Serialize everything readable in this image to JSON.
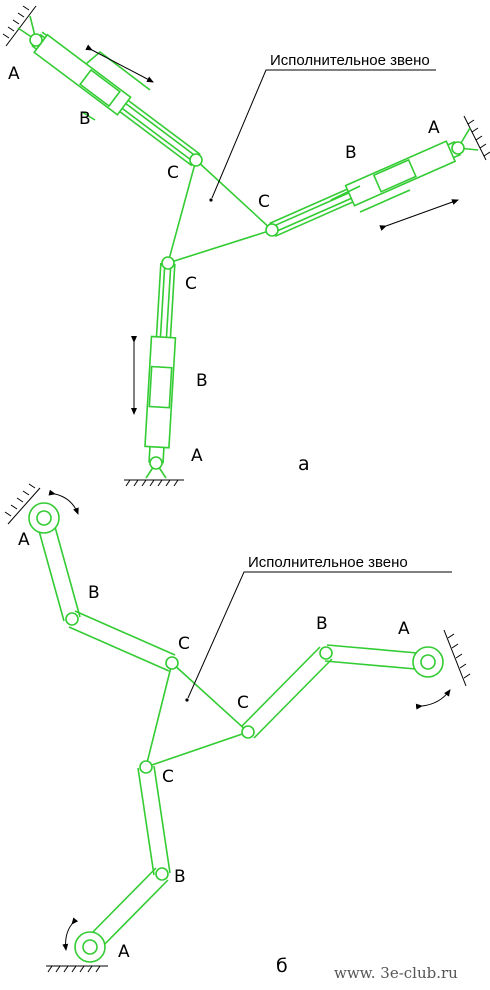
{
  "diagram_a": {
    "figure_label": "а",
    "caption": "Исполнительное звено",
    "labels": [
      "A",
      "B",
      "C",
      "C",
      "B",
      "A",
      "C",
      "B",
      "A"
    ]
  },
  "diagram_b": {
    "figure_label": "б",
    "caption": "Исполнительное звено",
    "labels": [
      "A",
      "B",
      "C",
      "B",
      "A",
      "C",
      "C",
      "B",
      "A"
    ]
  },
  "watermark": "www. 3e-club.ru",
  "colors": {
    "linkage": "#33cc33",
    "ink": "#000000"
  }
}
